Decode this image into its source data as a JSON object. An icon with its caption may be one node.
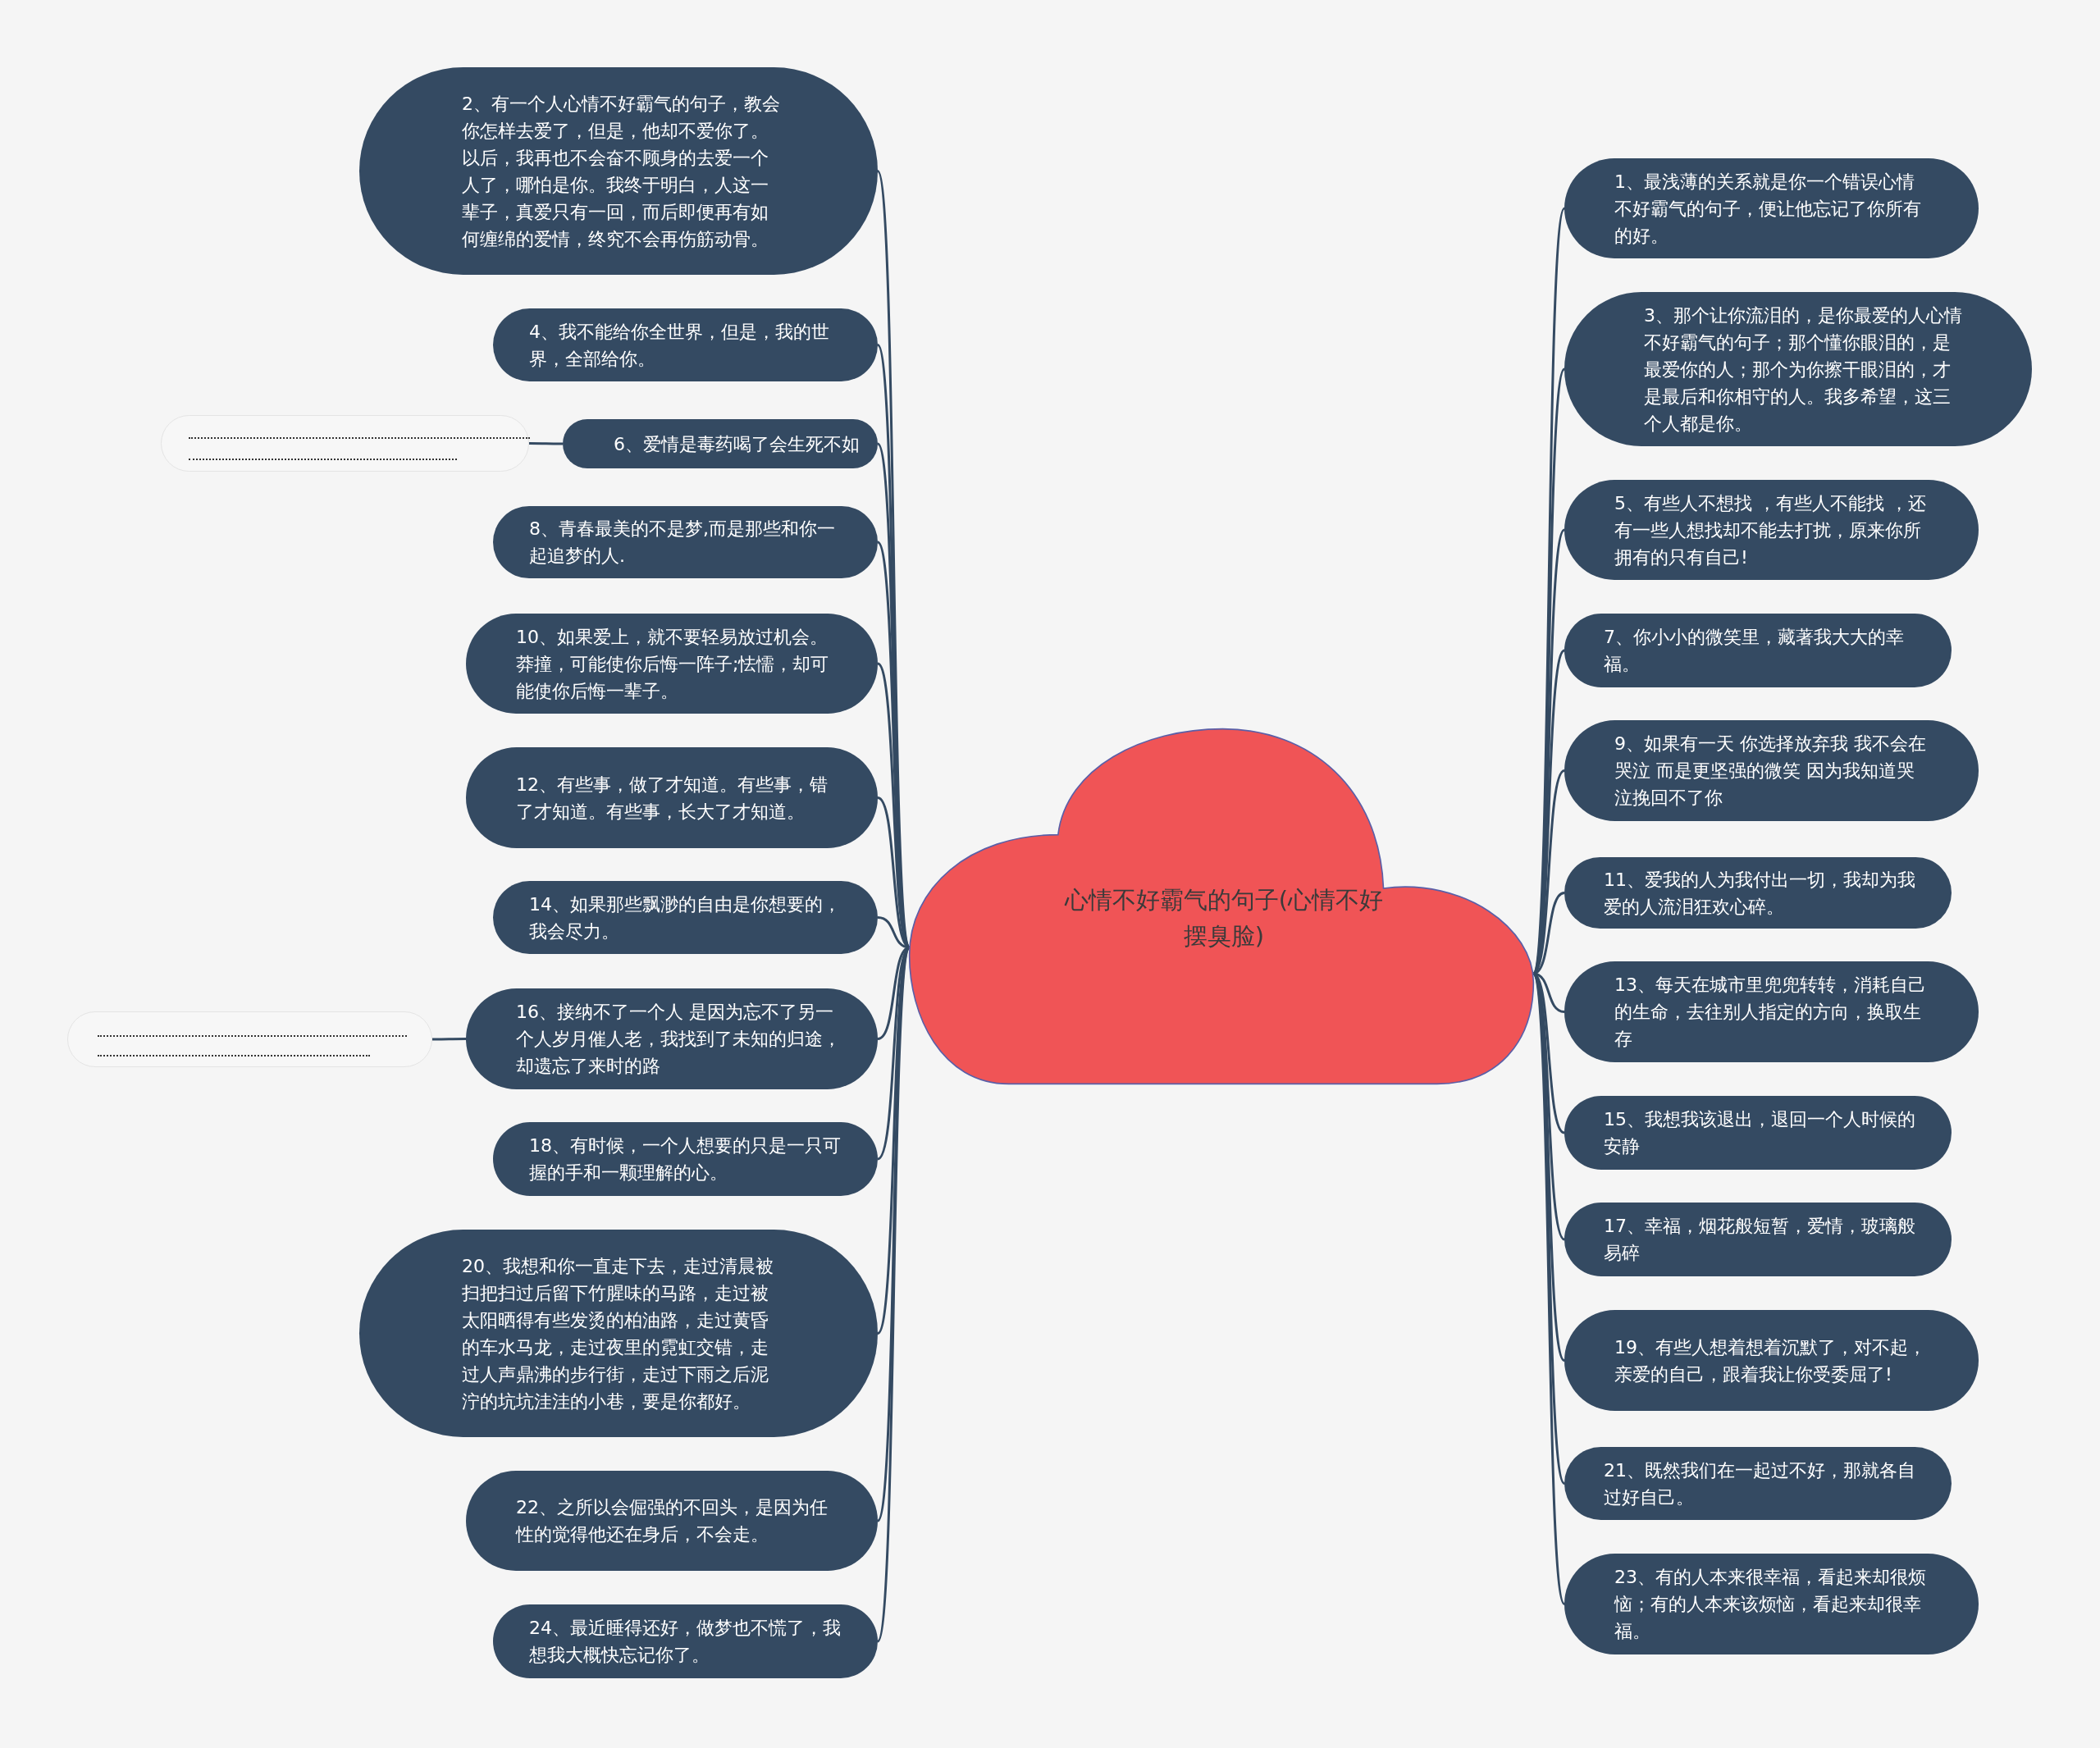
{
  "diagram": {
    "nodes": [
      {
        "text": [
          "心情不好霸气的句子(心情不好摆臭脸)"
        ]
      },
      {
        "text": [
          "2、有一个人心情不好霸气的句子，教会你怎样去爱了，但是，他却不爱你了。以后，我再也不会奋不顾身的去爱一个人了，哪怕是你。我终于明白，人这一辈子，真爱只有一回，而后即便再有如何缠绵的爱情，终究不会再伤筋动骨。"
        ]
      },
      {
        "text": [
          "4、我不能给你全世界，但是，我的世界，全部给你。"
        ]
      },
      {
        "text": [
          "6、爱情是毒药喝了会生死不如"
        ]
      },
      {
        "text": [
          "8、青春最美的不是梦,而是那些和你一起追梦的人."
        ]
      },
      {
        "text": [
          "10、如果爱上，就不要轻易放过机会。莽撞，可能使你后悔一阵子;怯懦，却可能使你后悔一辈子。"
        ]
      },
      {
        "text": [
          "12、有些事，做了才知道。有些事，错了才知道。有些事，长大了才知道。"
        ]
      },
      {
        "text": [
          "14、如果那些飘渺的自由是你想要的，我会尽力。"
        ]
      },
      {
        "text": [
          "16、接纳不了一个人 是因为忘不了另一个人岁月催人老，我找到了未知的归途，却遗忘了来时的路"
        ]
      },
      {
        "text": [
          "18、有时候，一个人想要的只是一只可握的手和一颗理解的心。"
        ]
      },
      {
        "text": [
          "20、我想和你一直走下去，走过清晨被扫把扫过后留下竹腥味的马路，走过被太阳晒得有些发烫的柏油路，走过黄昏的车水马龙，走过夜里的霓虹交错，走过人声鼎沸的步行街，走过下雨之后泥泞的坑坑洼洼的小巷，要是你都好。"
        ]
      },
      {
        "text": [
          "22、之所以会倔强的不回头，是因为任性的觉得他还在身后，不会走。"
        ]
      },
      {
        "text": [
          "24、最近睡得还好，做梦也不慌了，我想我大概快忘记你了。"
        ]
      },
      {
        "text": [
          "1、最浅薄的关系就是你一个错误心情不好霸气的句子，便让他忘记了你所有的好。"
        ]
      },
      {
        "text": [
          "3、那个让你流泪的，是你最爱的人心情不好霸气的句子；那个懂你眼泪的，是最爱你的人；那个为你擦干眼泪的，才是最后和你相守的人。我多希望，这三个人都是你。"
        ]
      },
      {
        "text": [
          "5、有些人不想找 ，有些人不能找 ，还有一些人想找却不能去打扰，原来你所拥有的只有自己!"
        ]
      },
      {
        "text": [
          "7、你小小的微笑里，藏著我大大的幸福。"
        ]
      },
      {
        "text": [
          "9、如果有一天 你选择放弃我 我不会在哭泣 而是更坚强的微笑 因为我知道哭泣挽回不了你"
        ]
      },
      {
        "text": [
          "11、爱我的人为我付出一切，我却为我爱的人流泪狂欢心碎。"
        ]
      },
      {
        "text": [
          "13、每天在城市里兜兜转转，消耗自己的生命，去往别人指定的方向，换取生存"
        ]
      },
      {
        "text": [
          "15、我想我该退出，退回一个人时候的安静"
        ]
      },
      {
        "text": [
          "17、幸福，烟花般短暂，爱情，玻璃般易碎"
        ]
      },
      {
        "text": [
          "19、有些人想着想着沉默了，对不起，亲爱的自己，跟着我让你受委屈了!"
        ]
      },
      {
        "text": [
          "21、既然我们在一起过不好，那就各自过好自己。"
        ]
      },
      {
        "text": [
          "23、有的人本来很幸福，看起来却很烦恼；有的人本来该烦恼，看起来却很幸福。"
        ]
      },
      {
        "text": [],
        "shape": "box"
      },
      {
        "text": [],
        "shape": "box"
      }
    ],
    "edges": [
      {
        "from": 0,
        "to": 1,
        "arrow": "none"
      },
      {
        "from": 0,
        "to": 2,
        "arrow": "none"
      },
      {
        "from": 0,
        "to": 3,
        "arrow": "none"
      },
      {
        "from": 0,
        "to": 4,
        "arrow": "none"
      },
      {
        "from": 0,
        "to": 5,
        "arrow": "none"
      },
      {
        "from": 0,
        "to": 6,
        "arrow": "none"
      },
      {
        "from": 0,
        "to": 7,
        "arrow": "none"
      },
      {
        "from": 0,
        "to": 8,
        "arrow": "none"
      },
      {
        "from": 0,
        "to": 9,
        "arrow": "none"
      },
      {
        "from": 0,
        "to": 10,
        "arrow": "none"
      },
      {
        "from": 0,
        "to": 11,
        "arrow": "none"
      },
      {
        "from": 0,
        "to": 12,
        "arrow": "none"
      },
      {
        "from": 0,
        "to": 13,
        "arrow": "none"
      },
      {
        "from": 0,
        "to": 14,
        "arrow": "none"
      },
      {
        "from": 0,
        "to": 15,
        "arrow": "none"
      },
      {
        "from": 0,
        "to": 16,
        "arrow": "none"
      },
      {
        "from": 0,
        "to": 17,
        "arrow": "none"
      },
      {
        "from": 0,
        "to": 18,
        "arrow": "none"
      },
      {
        "from": 0,
        "to": 19,
        "arrow": "none"
      },
      {
        "from": 0,
        "to": 20,
        "arrow": "none"
      },
      {
        "from": 0,
        "to": 21,
        "arrow": "none"
      },
      {
        "from": 0,
        "to": 22,
        "arrow": "none"
      },
      {
        "from": 0,
        "to": 23,
        "arrow": "none"
      },
      {
        "from": 0,
        "to": 24,
        "arrow": "none"
      },
      {
        "from": 3,
        "to": 25,
        "arrow": "none"
      },
      {
        "from": 8,
        "to": 26,
        "arrow": "none"
      }
    ]
  }
}
